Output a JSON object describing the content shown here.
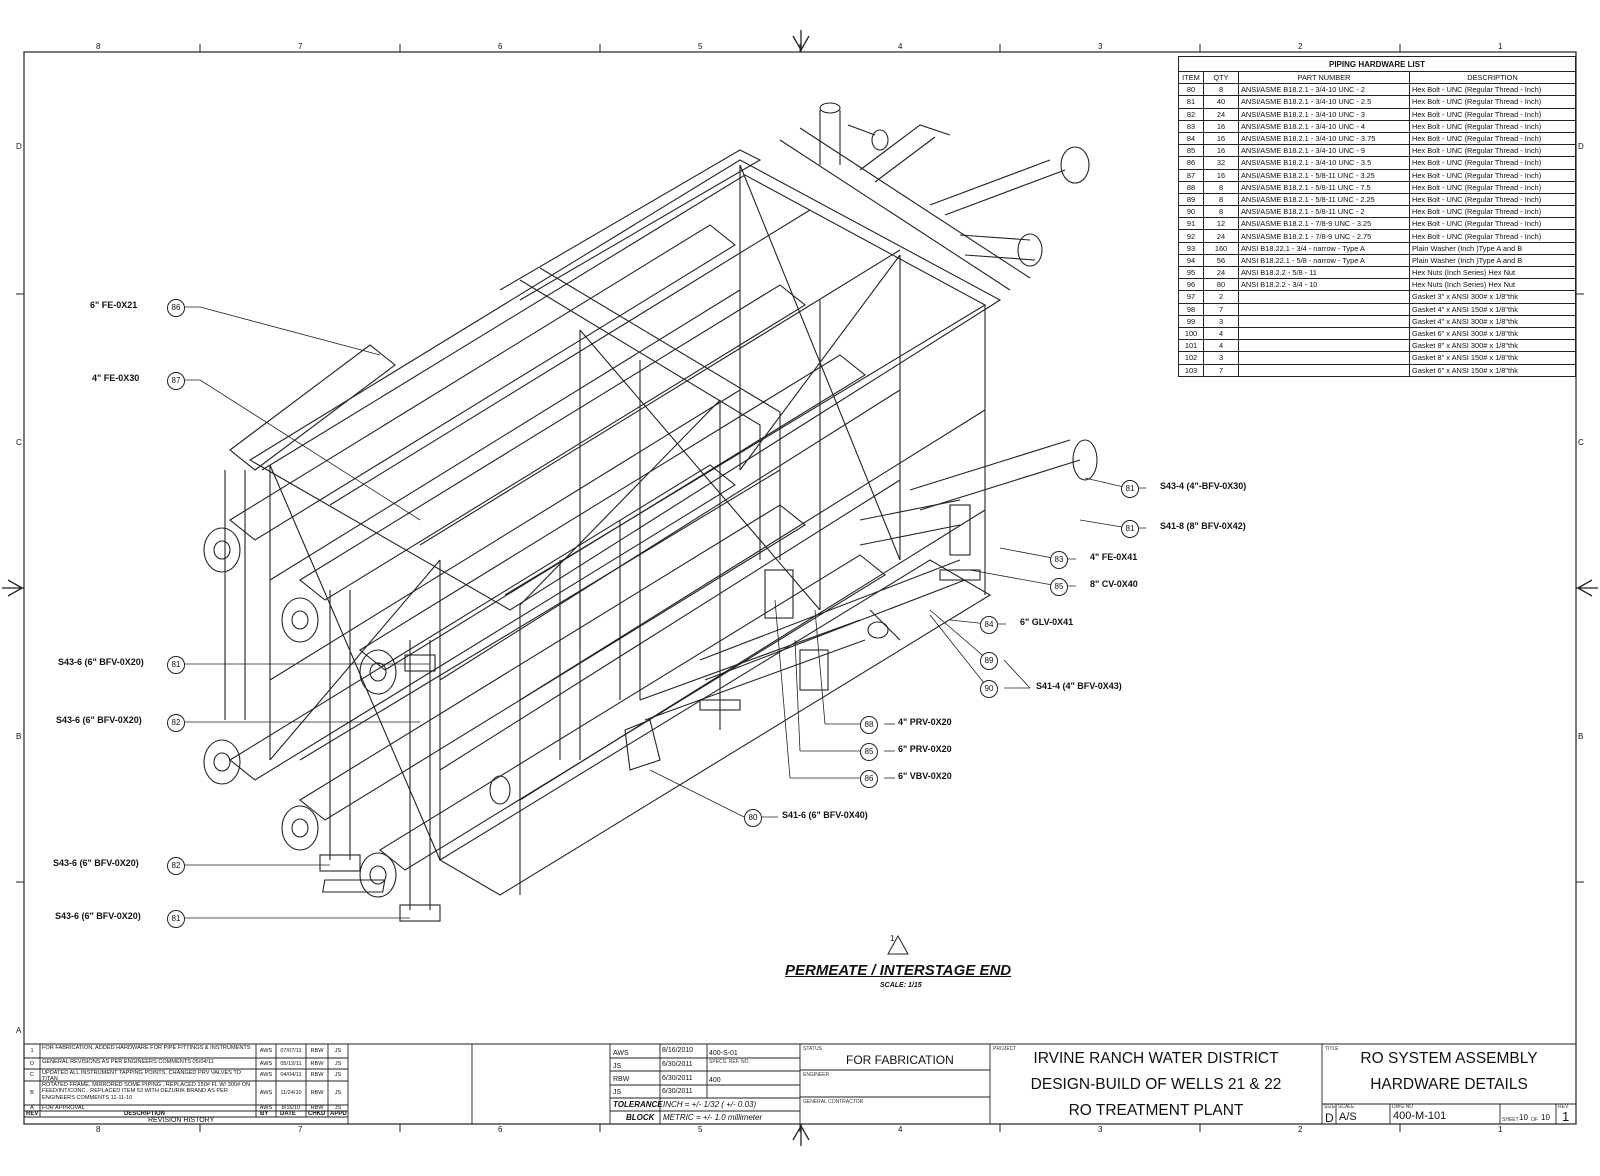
{
  "zones": {
    "columns": [
      "8",
      "7",
      "6",
      "5",
      "4",
      "3",
      "2",
      "1"
    ],
    "rows": [
      "D",
      "C",
      "B",
      "A"
    ]
  },
  "hardware_list": {
    "title": "PIPING HARDWARE LIST",
    "headers": [
      "ITEM",
      "QTY",
      "PART NUMBER",
      "DESCRIPTION"
    ],
    "rows": [
      [
        "80",
        "8",
        "ANSI/ASME B18.2.1 - 3/4-10 UNC - 2",
        "Hex Bolt - UNC (Regular Thread - Inch)"
      ],
      [
        "81",
        "40",
        "ANSI/ASME B18.2.1 - 3/4-10 UNC - 2.5",
        "Hex Bolt - UNC (Regular Thread - Inch)"
      ],
      [
        "82",
        "24",
        "ANSI/ASME B18.2.1 - 3/4-10 UNC - 3",
        "Hex Bolt - UNC (Regular Thread - Inch)"
      ],
      [
        "83",
        "16",
        "ANSI/ASME B18.2.1 - 3/4-10 UNC - 4",
        "Hex Bolt - UNC (Regular Thread - Inch)"
      ],
      [
        "84",
        "16",
        "ANSI/ASME B18.2.1 - 3/4-10 UNC - 3.75",
        "Hex Bolt - UNC (Regular Thread - Inch)"
      ],
      [
        "85",
        "16",
        "ANSI/ASME B18.2.1 - 3/4-10 UNC - 9",
        "Hex Bolt - UNC (Regular Thread - Inch)"
      ],
      [
        "86",
        "32",
        "ANSI/ASME B18.2.1 - 3/4-10 UNC - 3.5",
        "Hex Bolt - UNC (Regular Thread - Inch)"
      ],
      [
        "87",
        "16",
        "ANSI/ASME B18.2.1 - 5/8-11 UNC - 3.25",
        "Hex Bolt - UNC (Regular Thread - Inch)"
      ],
      [
        "88",
        "8",
        "ANSI/ASME B18.2.1 - 5/8-11 UNC - 7.5",
        "Hex Bolt - UNC (Regular Thread - Inch)"
      ],
      [
        "89",
        "8",
        "ANSI/ASME B18.2.1 - 5/8-11 UNC - 2.25",
        "Hex Bolt - UNC (Regular Thread - Inch)"
      ],
      [
        "90",
        "8",
        "ANSI/ASME B18.2.1 - 5/8-11 UNC - 2",
        "Hex Bolt - UNC (Regular Thread - Inch)"
      ],
      [
        "91",
        "12",
        "ANSI/ASME B18.2.1 - 7/8-9 UNC - 3.25",
        "Hex Bolt - UNC (Regular Thread - Inch)"
      ],
      [
        "92",
        "24",
        "ANSI/ASME B18.2.1 - 7/8-9 UNC - 2.75",
        "Hex Bolt - UNC (Regular Thread - Inch)"
      ],
      [
        "93",
        "160",
        "ANSI B18.22.1 - 3/4 - narrow - Type A",
        "Plain Washer (Inch )Type A and B"
      ],
      [
        "94",
        "56",
        "ANSI B18.22.1 - 5/8 - narrow - Type A",
        "Plain Washer (Inch )Type A and B"
      ],
      [
        "95",
        "24",
        "ANSI B18.2.2 - 5/8 - 11",
        "Hex Nuts (Inch Series) Hex Nut"
      ],
      [
        "96",
        "80",
        "ANSI B18.2.2 - 3/4 - 10",
        "Hex Nuts (Inch Series) Hex Nut"
      ],
      [
        "97",
        "2",
        "",
        "Gasket 3\" x ANSI 300# x 1/8\"thk"
      ],
      [
        "98",
        "7",
        "",
        "Gasket 4\" x ANSI 150# x 1/8\"thk"
      ],
      [
        "99",
        "3",
        "",
        "Gasket 4\" x ANSI 300# x 1/8\"thk"
      ],
      [
        "100",
        "4",
        "",
        "Gasket 6\" x ANSI 300# x 1/8\"thk"
      ],
      [
        "101",
        "4",
        "",
        "Gasket 8\" x ANSI 300# x 1/8\"thk"
      ],
      [
        "102",
        "3",
        "",
        "Gasket 8\" x ANSI 150# x 1/8\"thk"
      ],
      [
        "103",
        "7",
        "",
        "Gasket 6\" x ANSI 150# x 1/8\"thk"
      ]
    ]
  },
  "callouts_left": [
    {
      "label": "6\" FE-0X21",
      "num": "86"
    },
    {
      "label": "4\" FE-0X30",
      "num": "87"
    },
    {
      "label": "S43-6 (6\" BFV-0X20)",
      "num": "81"
    },
    {
      "label": "S43-6 (6\" BFV-0X20)",
      "num": "82"
    },
    {
      "label": "S43-6 (6\" BFV-0X20)",
      "num": "82"
    },
    {
      "label": "S43-6 (6\" BFV-0X20)",
      "num": "81"
    }
  ],
  "callouts_right": [
    {
      "label": "S43-4 (4\"-BFV-0X30)",
      "num": "81"
    },
    {
      "label": "S41-8 (8\" BFV-0X42)",
      "num": "81"
    },
    {
      "label": "4\" FE-0X41",
      "num": "83"
    },
    {
      "label": "8\" CV-0X40",
      "num": "85"
    },
    {
      "label": "6\" GLV-0X41",
      "num": "84"
    },
    {
      "label": "S41-4 (4\" BFV-0X43)",
      "num": "89",
      "num2": "90"
    },
    {
      "label": "4\" PRV-0X20",
      "num": "88"
    },
    {
      "label": "6\" PRV-0X20",
      "num": "85"
    },
    {
      "label": "6\" VBV-0X20",
      "num": "86"
    },
    {
      "label": "S41-6 (6\" BFV-0X40)",
      "num": "80"
    }
  ],
  "view": {
    "title": "PERMEATE / INTERSTAGE END",
    "scale": "SCALE: 1/15",
    "rev_mark": "1"
  },
  "revision_history": {
    "caption": "REVISION HISTORY",
    "headers": [
      "REV",
      "DESCRIPTION",
      "BY",
      "DATE",
      "CHKD",
      "APPD"
    ],
    "rows": [
      {
        "rev": "1",
        "desc": "FOR FABRICATION, ADDED HARDWARE FOR PIPE FITTINGS & INSTRUMENTS",
        "by": "AWS",
        "date": "07/07/11",
        "chkd": "RBW",
        "appd": "JS"
      },
      {
        "rev": "D",
        "desc": "GENERAL REVISIONS AS PER ENGINEERS COMMENTS 05/04/11",
        "by": "AWS",
        "date": "05/12/11",
        "chkd": "RBW",
        "appd": "JS"
      },
      {
        "rev": "C",
        "desc": "UPDATED ALL INSTRUMENT TAPPING POINTS, CHANGED PRV VALVES TO TITAN",
        "by": "AWS",
        "date": "04/04/11",
        "chkd": "RBW",
        "appd": "JS"
      },
      {
        "rev": "B",
        "desc": "ROTATED FRAME, MIRRORED SOME PIPING , REPLACED 150# FL W/ 300# ON FEED/INT/CONC . REPLACED ITEM 53 WITH DEZURIK BRAND AS PER ENGINEERS COMMENTS 11-11-10",
        "by": "AWS",
        "date": "11/24/10",
        "chkd": "RBW",
        "appd": "JS"
      },
      {
        "rev": "A",
        "desc": "FOR APPROVAL",
        "by": "AWS",
        "date": "8/16/10",
        "chkd": "RBW",
        "appd": "JS"
      }
    ]
  },
  "title_block": {
    "drawn_by": "AWS",
    "drawn_date": "8/16/2010",
    "checked_by": "JS",
    "checked_date": "6/30/2011",
    "approved_by": "RBW",
    "approved_date": "6/30/2011",
    "approved2_by": "JS",
    "approved2_date": "6/30/2011",
    "drawing_no_small": "400-S-01",
    "spec_ref_label": "SPECS. REF. NO.",
    "project_number": "400",
    "tolerance_label": "TOLERANCE",
    "block_label": "BLOCK",
    "tol_inch": "INCH = +/- 1/32 ( +/- 0.03)",
    "tol_metric": "METRIC = +/- 1.0 millimeter",
    "status_label": "STATUS",
    "status": "FOR FABRICATION",
    "engineer_label": "ENGINEER",
    "general_contractor_label": "GENERAL CONTRACTOR",
    "project_label": "PROJECT",
    "project_lines": [
      "IRVINE RANCH WATER DISTRICT",
      "DESIGN-BUILD OF WELLS 21 & 22",
      "RO TREATMENT PLANT"
    ],
    "title_label": "TITLE",
    "title_lines": [
      "RO SYSTEM ASSEMBLY",
      "HARDWARE DETAILS"
    ],
    "size": "D",
    "scale": "A/S",
    "dwg_no": "400-M-101",
    "sheet": "10",
    "of": "10",
    "rev": "1",
    "size_label": "SIZE",
    "scale_label": "SCALE",
    "dwg_label": "DWG NO",
    "sheet_label": "SHEET",
    "of_label": "OF",
    "rev_label": "REV"
  }
}
